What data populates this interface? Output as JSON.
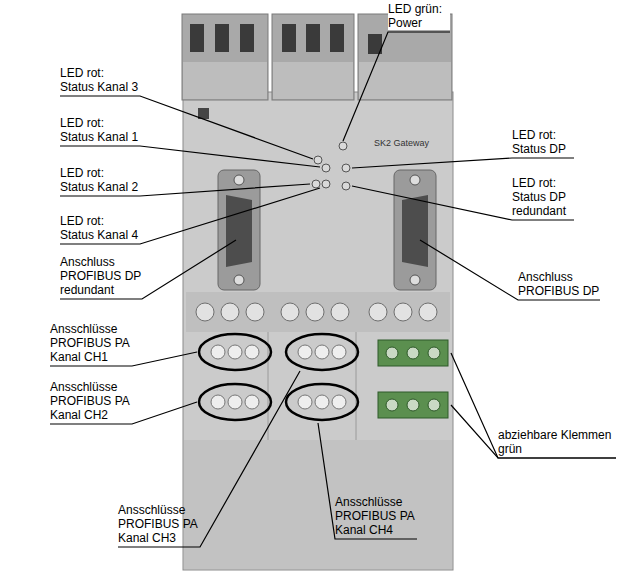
{
  "diagram": {
    "labels": [
      "LED grün: Power",
      "LED rot: Status Kanal 3",
      "LED rot: Status Kanal 1",
      "LED rot: Status DP",
      "LED rot: Status Kanal 2",
      "LED rot: Status DP redundant",
      "LED rot: Status Kanal 4",
      "Anschluss PROFIBUS DP redundant",
      "Anschluss PROFIBUS DP",
      "Ansschlüsse PROFIBUS PA Kanal CH1",
      "Ansschlüsse PROFIBUS PA Kanal CH2",
      "abziehbare Klemmen grün",
      "Ansschlüsse PROFIBUS PA Kanal CH3",
      "Ansschlüsse PROFIBUS PA Kanal CH4",
      "SK2 Gateway"
    ]
  }
}
